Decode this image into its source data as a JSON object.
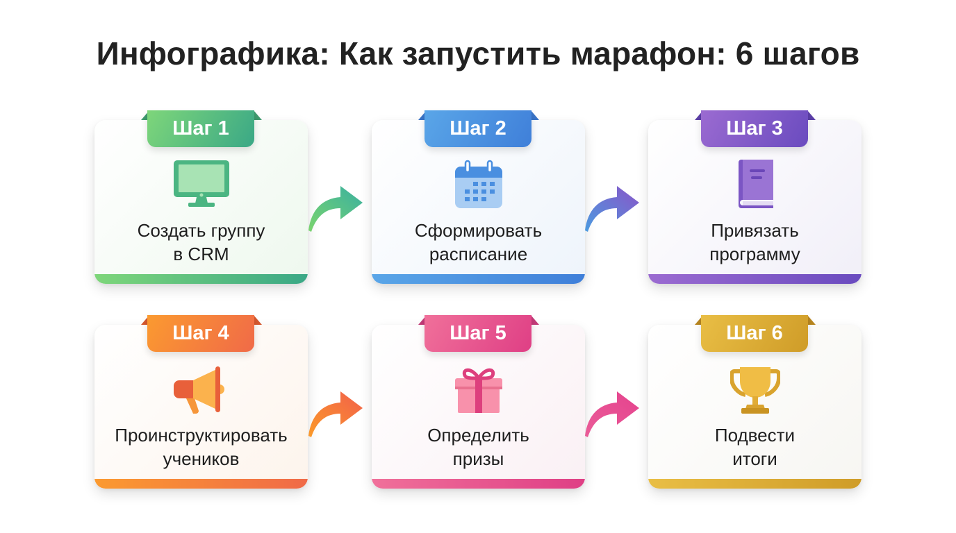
{
  "title": "Инфографика: Как запустить марафон: 6 шагов",
  "steps": [
    {
      "tab": "Шаг 1",
      "line1": "Создать группу",
      "line2": "в CRM",
      "icon": "monitor-icon",
      "color_start": "#7ed67a",
      "color_end": "#3aa886",
      "bg": "#eef8ee"
    },
    {
      "tab": "Шаг 2",
      "line1": "Сформировать",
      "line2": "расписание",
      "icon": "calendar-icon",
      "color_start": "#5aa6e8",
      "color_end": "#3f7fd9",
      "bg": "#eef4fb"
    },
    {
      "tab": "Шаг 3",
      "line1": "Привязать",
      "line2": "программу",
      "icon": "book-icon",
      "color_start": "#9b6bd1",
      "color_end": "#6a4bbf",
      "bg": "#f2f0f8"
    },
    {
      "tab": "Шаг 4",
      "line1": "Проинструктировать",
      "line2": "учеников",
      "icon": "megaphone-icon",
      "color_start": "#fb9a30",
      "color_end": "#f06a48",
      "bg": "#fdf6f0"
    },
    {
      "tab": "Шаг 5",
      "line1": "Определить",
      "line2": "призы",
      "icon": "gift-icon",
      "color_start": "#f0709a",
      "color_end": "#df3f85",
      "bg": "#fbf1f5"
    },
    {
      "tab": "Шаг 6",
      "line1": "Подвести",
      "line2": "итоги",
      "icon": "trophy-icon",
      "color_start": "#e9be45",
      "color_end": "#cf9c28",
      "bg": "#f9f7f1"
    }
  ],
  "arrows": [
    {
      "from": "Шаг 1",
      "to": "Шаг 2",
      "color_start": "#7ad46e",
      "color_end": "#3ab0a0"
    },
    {
      "from": "Шаг 2",
      "to": "Шаг 3",
      "color_start": "#4b9be0",
      "color_end": "#8a55c8"
    },
    {
      "from": "Шаг 4",
      "to": "Шаг 5",
      "color_start": "#fb9a2a",
      "color_end": "#f2604a"
    },
    {
      "from": "Шаг 5",
      "to": "Шаг 6",
      "color_start": "#ea5c98",
      "color_end": "#e5438e"
    }
  ]
}
